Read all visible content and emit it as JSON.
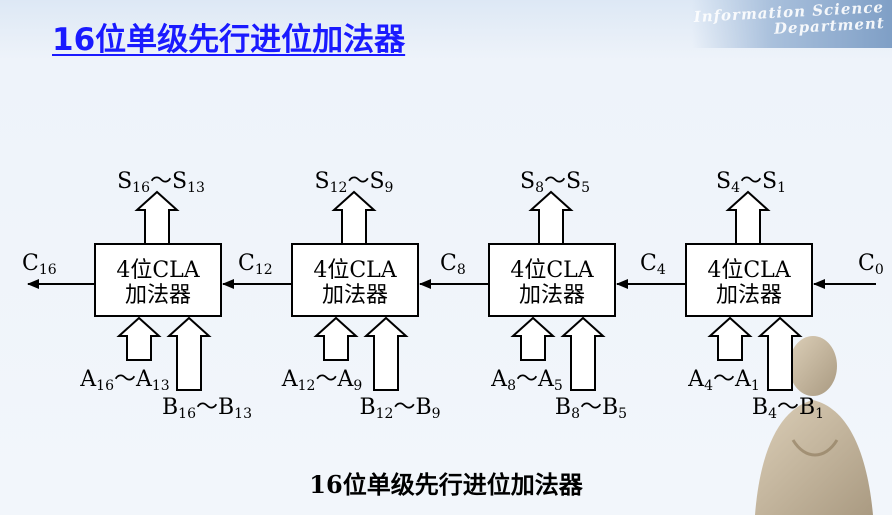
{
  "title": "16位单级先行进位加法器",
  "caption": "16位单级先行进位加法器",
  "watermark": [
    "Information Science",
    "Department"
  ],
  "colors": {
    "title": "#1a1aff",
    "lines": "#000000",
    "background": "#eef3fa"
  },
  "stages": [
    {
      "box_line1": "4位CLA",
      "box_line2": "加法器",
      "carry_in": "C",
      "carry_in_sub": "0",
      "sum": {
        "s1": "S",
        "i1": "4",
        "s2": "S",
        "i2": "1"
      },
      "a": {
        "s1": "A",
        "i1": "4",
        "s2": "A",
        "i2": "1"
      },
      "b": {
        "s1": "B",
        "i1": "4",
        "s2": "B",
        "i2": "1"
      }
    },
    {
      "box_line1": "4位CLA",
      "box_line2": "加法器",
      "carry_in": "C",
      "carry_in_sub": "4",
      "sum": {
        "s1": "S",
        "i1": "8",
        "s2": "S",
        "i2": "5"
      },
      "a": {
        "s1": "A",
        "i1": "8",
        "s2": "A",
        "i2": "5"
      },
      "b": {
        "s1": "B",
        "i1": "8",
        "s2": "B",
        "i2": "5"
      }
    },
    {
      "box_line1": "4位CLA",
      "box_line2": "加法器",
      "carry_in": "C",
      "carry_in_sub": "8",
      "sum": {
        "s1": "S",
        "i1": "12",
        "s2": "S",
        "i2": "9"
      },
      "a": {
        "s1": "A",
        "i1": "12",
        "s2": "A",
        "i2": "9"
      },
      "b": {
        "s1": "B",
        "i1": "12",
        "s2": "B",
        "i2": "9"
      }
    },
    {
      "box_line1": "4位CLA",
      "box_line2": "加法器",
      "carry_in": "C",
      "carry_in_sub": "12",
      "sum": {
        "s1": "S",
        "i1": "16",
        "s2": "S",
        "i2": "13"
      },
      "a": {
        "s1": "A",
        "i1": "16",
        "s2": "A",
        "i2": "13"
      },
      "b": {
        "s1": "B",
        "i1": "16",
        "s2": "B",
        "i2": "13"
      }
    }
  ],
  "carry_out": {
    "main": "C",
    "sub": "16"
  },
  "tilde": "～"
}
